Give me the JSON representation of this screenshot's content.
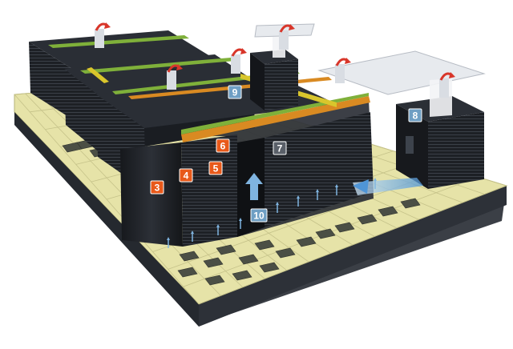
{
  "markers": [
    {
      "id": "m3",
      "label": "3",
      "color": "#e8591a"
    },
    {
      "id": "m4",
      "label": "4",
      "color": "#e8591a"
    },
    {
      "id": "m5",
      "label": "5",
      "color": "#e8591a"
    },
    {
      "id": "m6",
      "label": "6",
      "color": "#e8591a"
    },
    {
      "id": "m7",
      "label": "7",
      "color": "#5a6069"
    },
    {
      "id": "m8",
      "label": "8",
      "color": "#6f9fc4"
    },
    {
      "id": "m9",
      "label": "9",
      "color": "#6f9fc4"
    },
    {
      "id": "m10",
      "label": "10",
      "color": "#6f9fc4"
    }
  ],
  "colors": {
    "floor_tile": "#e6e3a8",
    "floor_grate": "#4b4f45",
    "rack": "#1c1f24",
    "rack_highlight": "#3a3f47",
    "cold_air": "#7fb4e0",
    "hot_air": "#e24a3b",
    "cable_tray_orange": "#d98a22",
    "cable_tray_green": "#7fb03a",
    "cable_tray_yellow": "#d9c62c"
  }
}
